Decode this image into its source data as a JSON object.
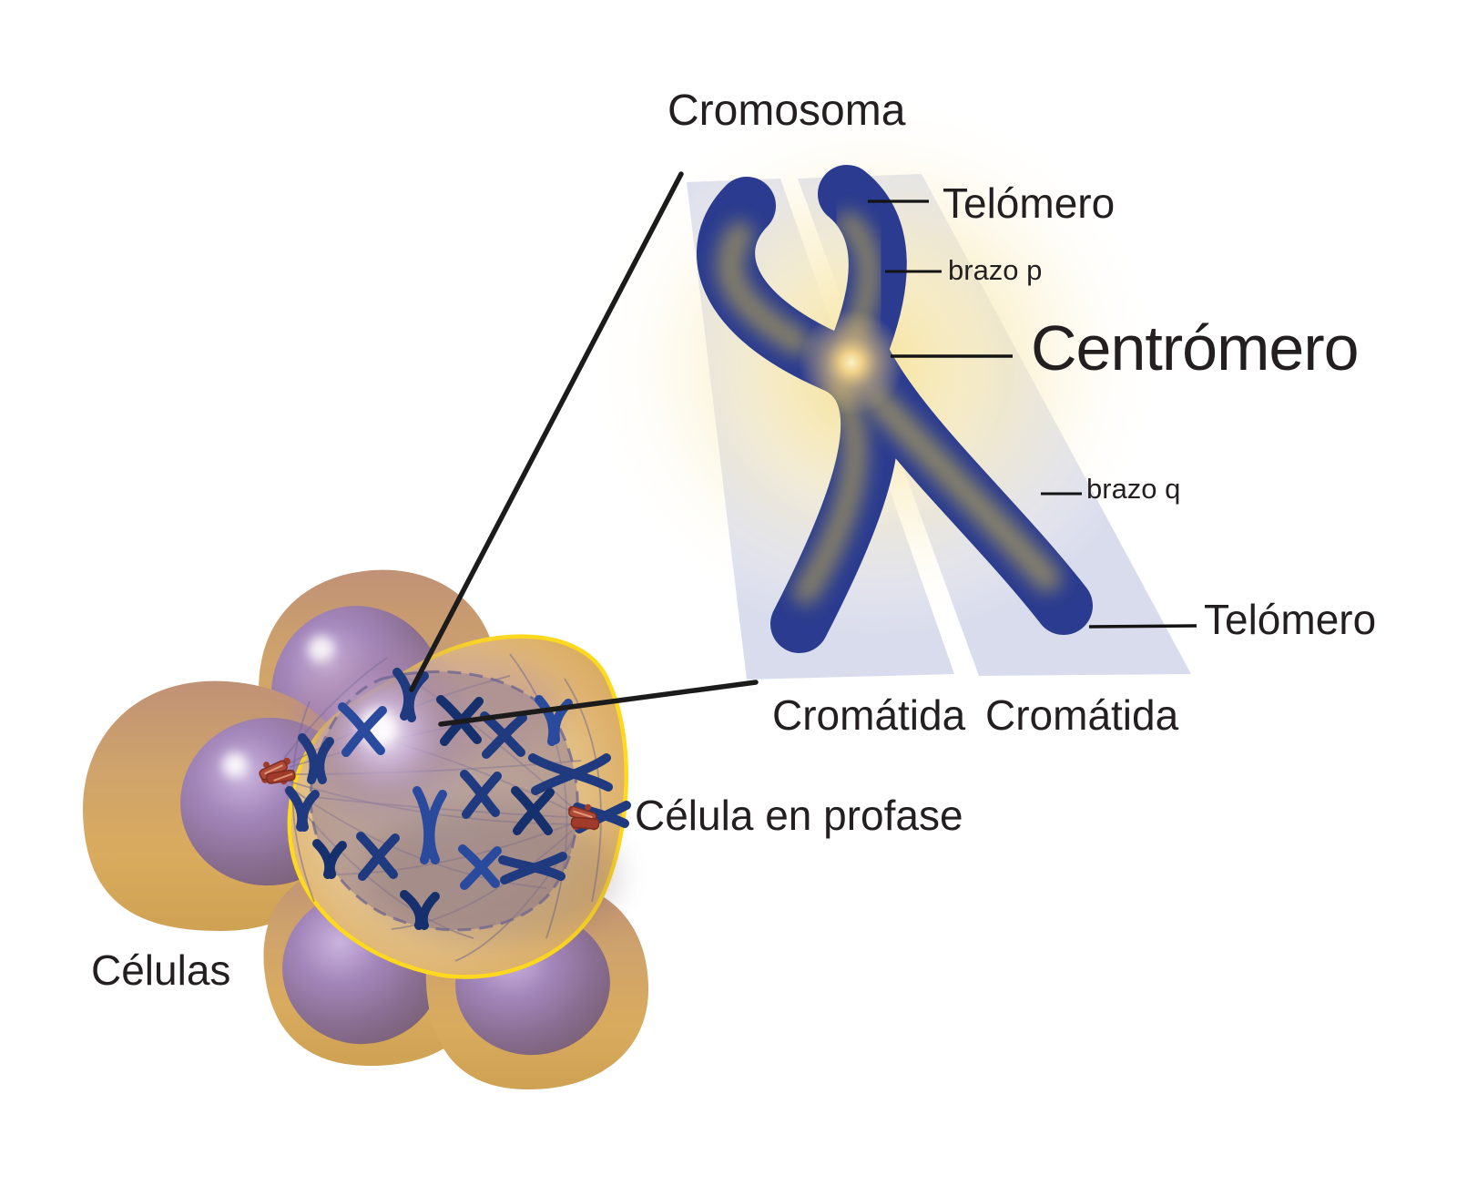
{
  "labels": {
    "cromosoma": "Cromosoma",
    "telomero_top": "Telómero",
    "brazo_p": "brazo p",
    "centromero": "Centrómero",
    "brazo_q": "brazo q",
    "telomero_bottom": "Telómero",
    "cromatida_left": "Cromátida",
    "cromatida_right": "Cromátida",
    "celula_profase": "Célula en profase",
    "celulas": "Células"
  },
  "colors": {
    "chromosome_blue": "#2b3c90",
    "chromatid_band_lavender": "#d9dcec",
    "glow_yellow": "#f7e39b",
    "cell_body_orange": "#d2a262",
    "nucleus_purple": "#8a6f98",
    "membrane_yellow": "#ffd91d",
    "centrosome_red": "#a8402f",
    "nuclear_chromosome_navy": "#203a80",
    "label_text": "#231f20",
    "line_black": "#1b1b1b"
  }
}
